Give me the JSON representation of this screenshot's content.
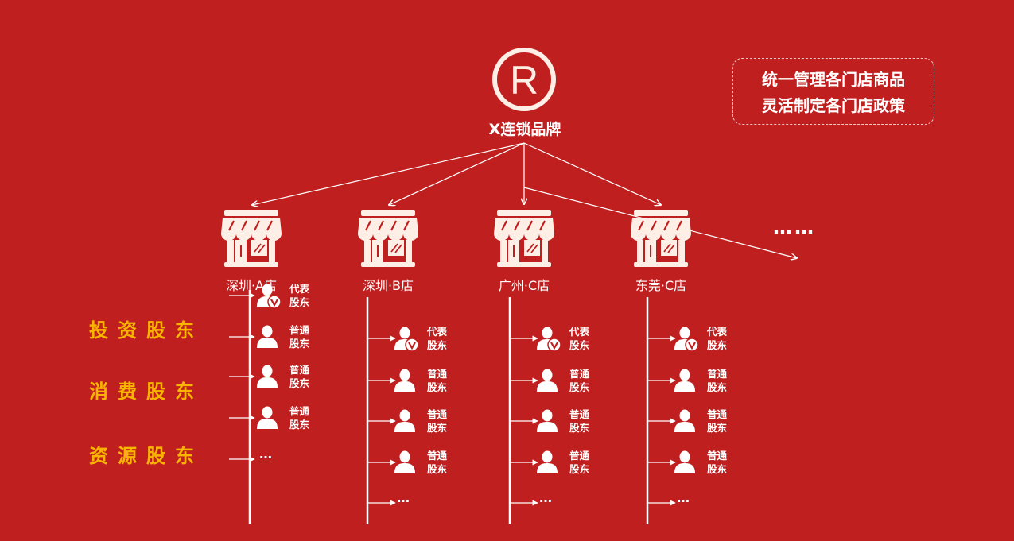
{
  "brand": {
    "name": "X连锁品牌",
    "logo": "registered-trademark-icon"
  },
  "policy": {
    "line1": "统一管理各门店商品",
    "line2": "灵活制定各门店政策"
  },
  "more_stores": "……",
  "stores": [
    {
      "name": "深圳·A店",
      "icon": "storefront-icon",
      "shareholders": [
        "代表\n股东",
        "普通\n股东",
        "普通\n股东",
        "普通\n股东"
      ],
      "more": "…"
    },
    {
      "name": "深圳·B店",
      "icon": "storefront-icon",
      "shareholders": [
        "代表\n股东",
        "普通\n股东",
        "普通\n股东",
        "普通\n股东"
      ],
      "more": "…"
    },
    {
      "name": "广州·C店",
      "icon": "storefront-icon",
      "shareholders": [
        "代表\n股东",
        "普通\n股东",
        "普通\n股东",
        "普通\n股东"
      ],
      "more": "…"
    },
    {
      "name": "东莞·C店",
      "icon": "storefront-icon",
      "shareholders": [
        "代表\n股东",
        "普通\n股东",
        "普通\n股东",
        "普通\n股东"
      ],
      "more": "…"
    }
  ],
  "categories": [
    "投资股东",
    "消费股东",
    "资源股东"
  ],
  "colors": {
    "background": "#c01f1f",
    "foreground": "#ffffff",
    "accent": "#f7b500",
    "icon_fill": "#fdeee6"
  }
}
